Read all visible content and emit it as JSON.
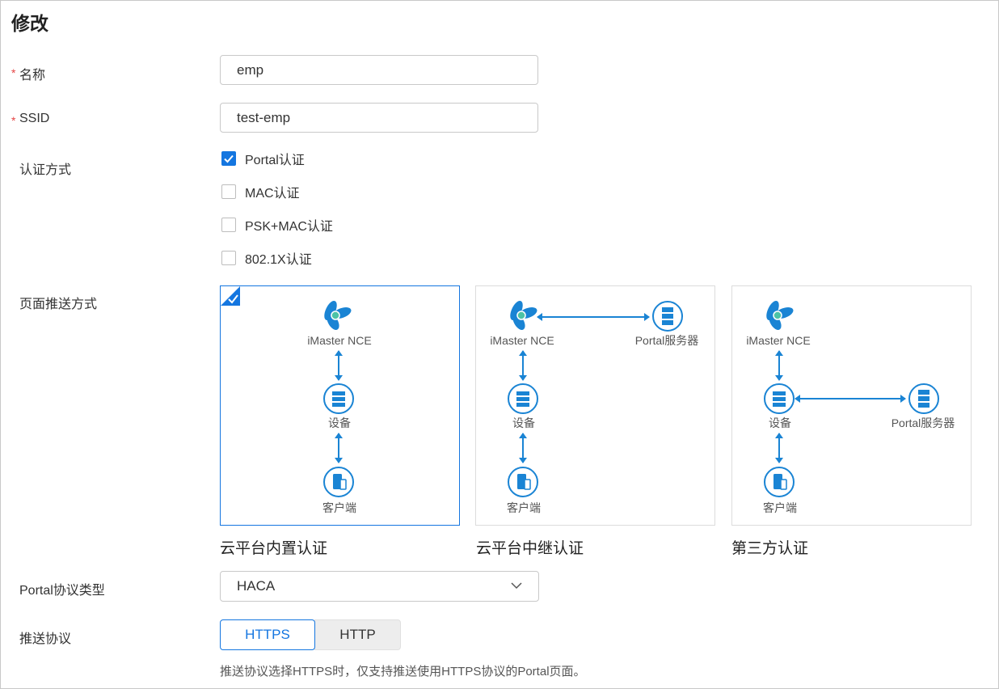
{
  "page": {
    "title": "修改"
  },
  "form": {
    "name": {
      "required_mark": "*",
      "label": "名称",
      "value": "emp"
    },
    "ssid": {
      "required_mark": "*",
      "label": "SSID",
      "value": "test-emp"
    },
    "auth": {
      "label": "认证方式",
      "options": [
        {
          "label": "Portal认证",
          "checked": true
        },
        {
          "label": "MAC认证",
          "checked": false
        },
        {
          "label": "PSK+MAC认证",
          "checked": false
        },
        {
          "label": "802.1X认证",
          "checked": false
        }
      ]
    },
    "push_mode": {
      "label": "页面推送方式",
      "cards": [
        {
          "caption": "云平台内置认证",
          "selected": true,
          "nce": "iMaster NCE",
          "device": "设备",
          "client": "客户端"
        },
        {
          "caption": "云平台中继认证",
          "selected": false,
          "nce": "iMaster NCE",
          "device": "设备",
          "client": "客户端",
          "portal": "Portal服务器"
        },
        {
          "caption": "第三方认证",
          "selected": false,
          "nce": "iMaster NCE",
          "device": "设备",
          "client": "客户端",
          "portal": "Portal服务器"
        }
      ]
    },
    "portal_protocol": {
      "label": "Portal协议类型",
      "value": "HACA"
    },
    "push_protocol": {
      "label": "推送协议",
      "options": [
        "HTTPS",
        "HTTP"
      ],
      "selected": "HTTPS",
      "hint": "推送协议选择HTTPS时，仅支持推送使用HTTPS协议的Portal页面。"
    }
  },
  "colors": {
    "accent": "#1476e0",
    "required": "#e54545",
    "diagram_blue": "#1a84d4"
  }
}
